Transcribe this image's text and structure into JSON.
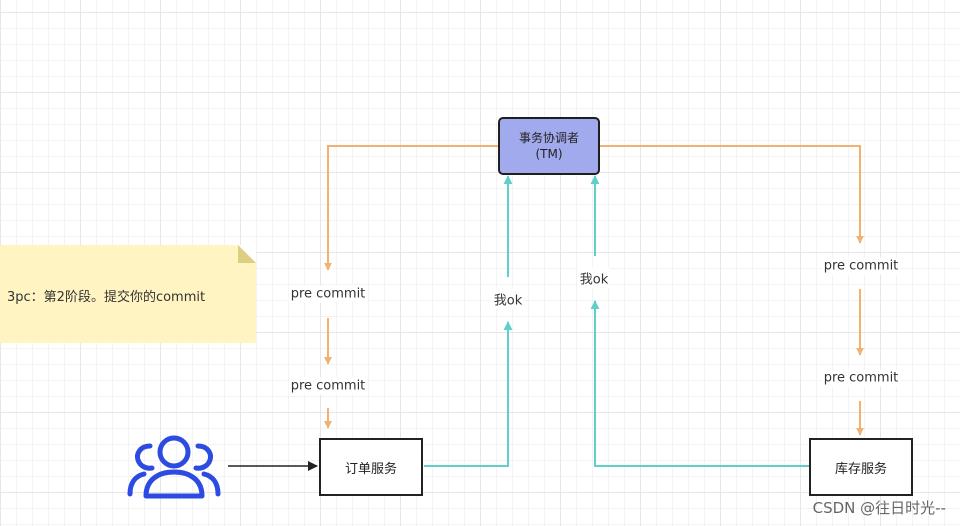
{
  "nodes": {
    "tm": {
      "line1": "事务协调者",
      "line2": "(TM)"
    },
    "order_service": "订单服务",
    "stock_service": "库存服务"
  },
  "edge_labels": {
    "pre_commit_left_1": "pre commit",
    "pre_commit_left_2": "pre commit",
    "pre_commit_right_1": "pre commit",
    "pre_commit_right_2": "pre commit",
    "ok_order": "我ok",
    "ok_stock": "我ok"
  },
  "note": {
    "text": "3pc：第2阶段。提交你的commit"
  },
  "icons": {
    "user": "users-icon"
  },
  "colors": {
    "orange_arrow": "#f0b26e",
    "teal_arrow": "#5fcfca",
    "tm_fill": "#a2aaee",
    "user_icon": "#2d4be0",
    "note_fill": "#fff4c2"
  },
  "watermark": "CSDN @往日时光--"
}
